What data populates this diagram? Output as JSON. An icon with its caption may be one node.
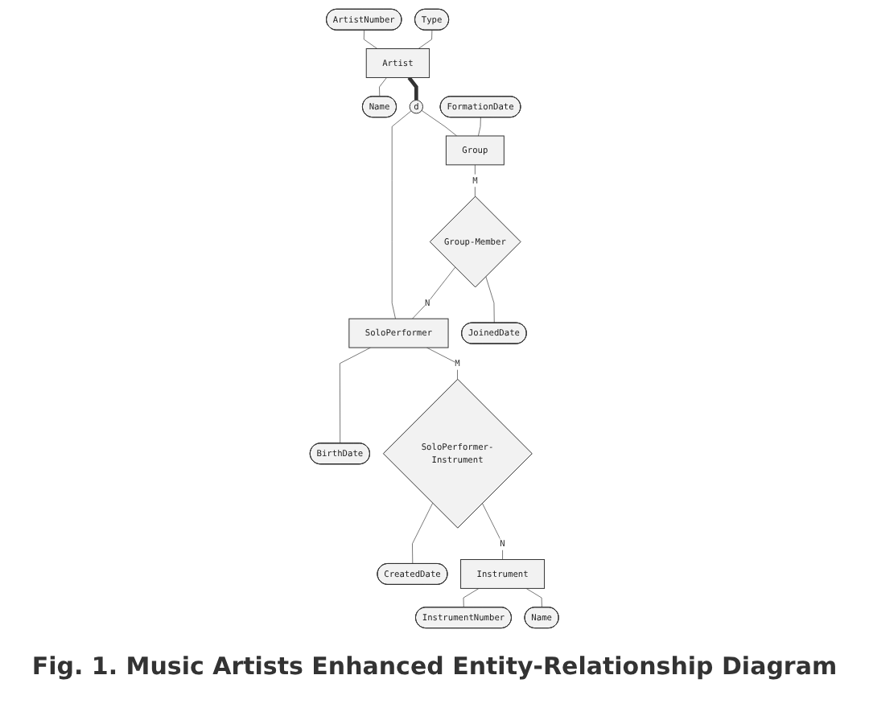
{
  "diagram": {
    "caption": "Fig. 1. Music Artists Enhanced Entity-Relationship Diagram",
    "nodes": [
      {
        "text": [
          "ArtistNumber"
        ]
      },
      {
        "text": [
          "Type"
        ]
      },
      {
        "text": [
          "Artist"
        ]
      },
      {
        "text": [
          "Name"
        ]
      },
      {
        "text": [
          "d"
        ]
      },
      {
        "text": [
          "FormationDate"
        ]
      },
      {
        "text": [
          "Group"
        ]
      },
      {
        "text": [
          "Group-Member"
        ]
      },
      {
        "text": [
          "SoloPerformer"
        ]
      },
      {
        "text": [
          "BirthDate"
        ]
      },
      {
        "text": [
          "JoinedDate"
        ]
      },
      {
        "text": [
          "SoloPerformer-Instrument"
        ]
      },
      {
        "text": [
          "CreatedDate"
        ]
      },
      {
        "text": [
          "Instrument"
        ]
      },
      {
        "text": [
          "InstrumentNumber"
        ]
      },
      {
        "text": [
          "Name"
        ]
      }
    ],
    "edges": [
      {
        "from": 0,
        "to": 2,
        "arrow": "none"
      },
      {
        "from": 1,
        "to": 2,
        "arrow": "none"
      },
      {
        "from": 2,
        "to": 3,
        "arrow": "none"
      },
      {
        "from": 2,
        "to": 4,
        "arrow": "none",
        "style": "thick"
      },
      {
        "from": 4,
        "to": 6,
        "arrow": "none"
      },
      {
        "from": 4,
        "to": 8,
        "arrow": "none"
      },
      {
        "from": 5,
        "to": 6,
        "arrow": "none"
      },
      {
        "from": 6,
        "to": 7,
        "arrow": "none",
        "label": "M"
      },
      {
        "from": 7,
        "to": 8,
        "arrow": "none",
        "label": "N"
      },
      {
        "from": 8,
        "to": 9,
        "arrow": "none"
      },
      {
        "from": 7,
        "to": 10,
        "arrow": "none"
      },
      {
        "from": 8,
        "to": 11,
        "arrow": "none",
        "label": "M"
      },
      {
        "from": 11,
        "to": 12,
        "arrow": "none"
      },
      {
        "from": 11,
        "to": 13,
        "arrow": "none",
        "label": "N"
      },
      {
        "from": 13,
        "to": 14,
        "arrow": "none"
      },
      {
        "from": 13,
        "to": 15,
        "arrow": "none"
      }
    ]
  }
}
